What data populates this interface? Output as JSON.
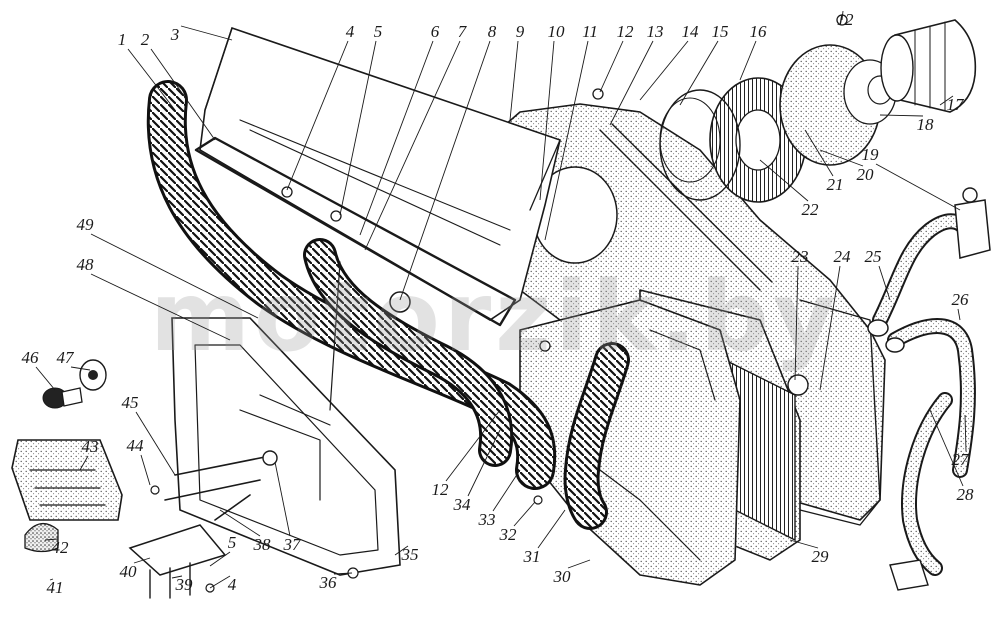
{
  "labels": [
    "1",
    "2",
    "3",
    "4",
    "5",
    "6",
    "7",
    "8",
    "9",
    "10",
    "11",
    "12",
    "13",
    "14",
    "15",
    "16",
    "12",
    "17",
    "18",
    "19",
    "20",
    "21",
    "22",
    "23",
    "24",
    "25",
    "26",
    "27",
    "28",
    "29",
    "30",
    "31",
    "32",
    "33",
    "34",
    "12",
    "35",
    "36",
    "37",
    "4",
    "38",
    "39",
    "40",
    "5",
    "41",
    "42",
    "43",
    "44",
    "45",
    "46",
    "47",
    "48",
    "49"
  ],
  "watermark": "motorzik.by",
  "colors": {
    "ink": "#1a1a1a",
    "paper": "#ffffff",
    "stipple": "#cfcfcf",
    "watermark": "#9a9a9a"
  }
}
